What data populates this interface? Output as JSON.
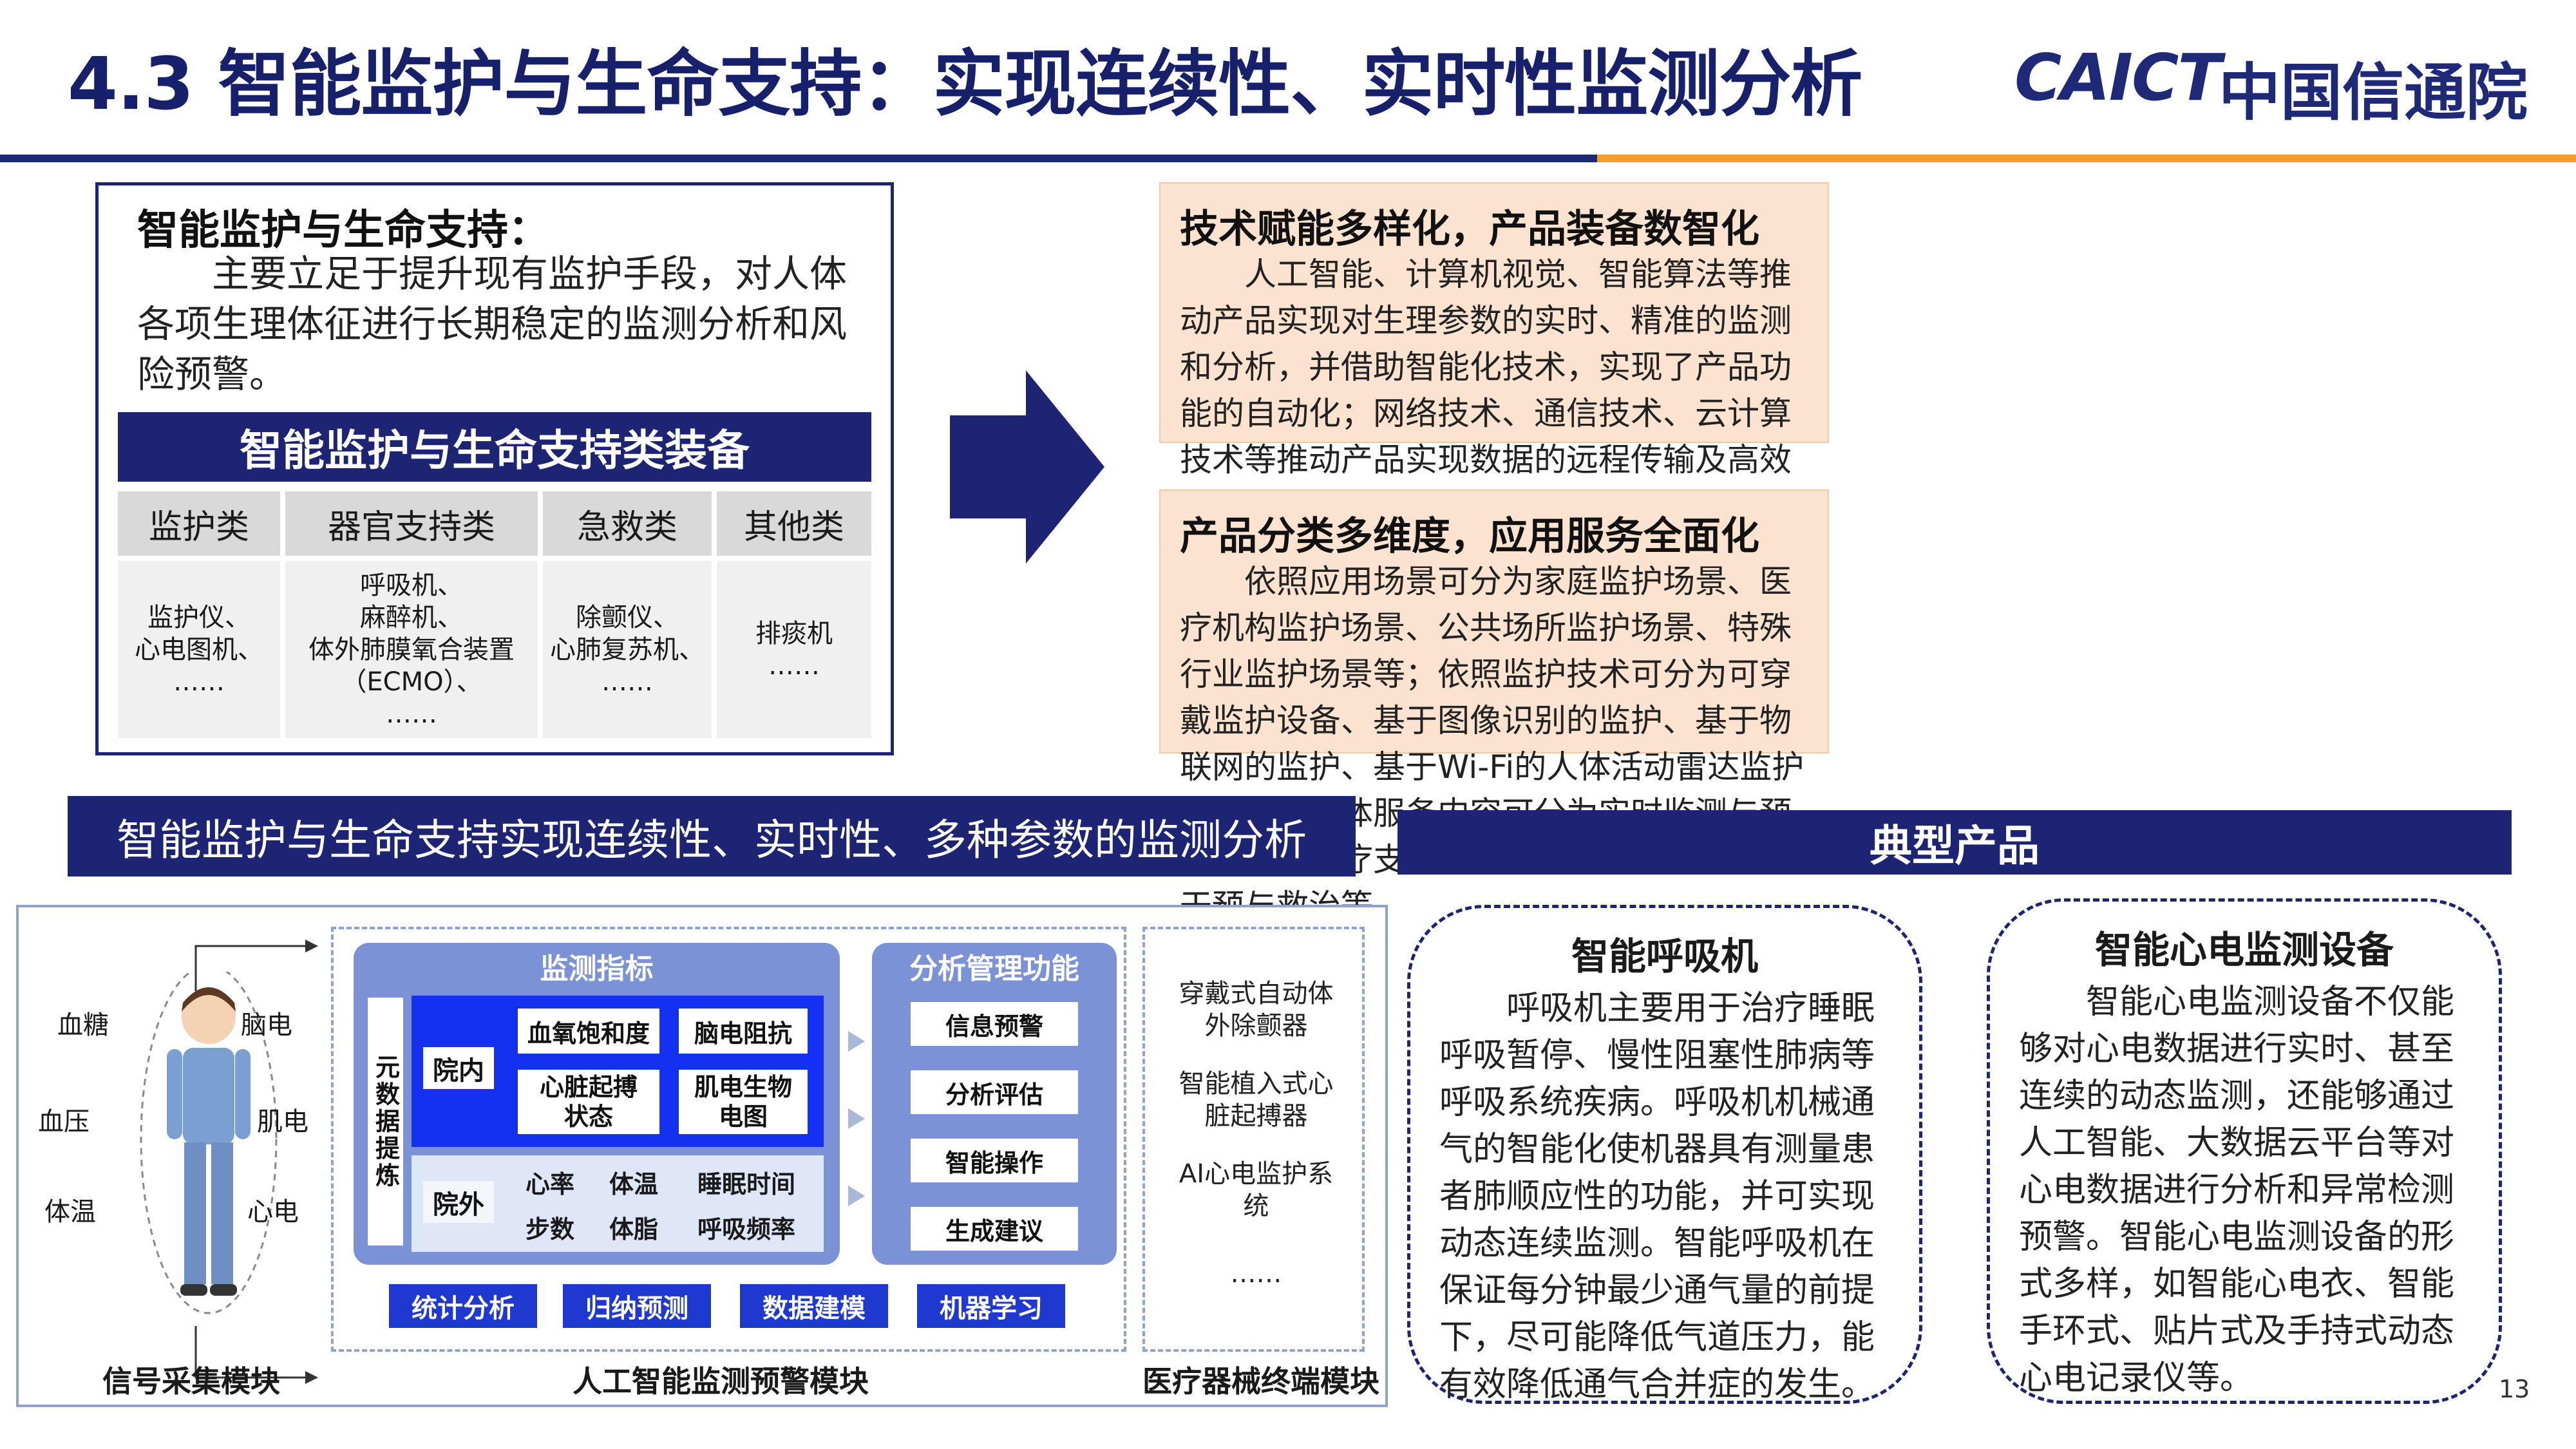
{
  "header": {
    "title": "4.3 智能监护与生命支持：实现连续性、实时性监测分析",
    "logo_en": "CAICT",
    "logo_zh": "中国信通院",
    "page_number": "13"
  },
  "intro": {
    "heading": "智能监护与生命支持：",
    "body": "主要立足于提升现有监护手段，对人体各项生理体征进行长期稳定的监测分析和风险预警。",
    "table_title": "智能监护与生命支持类装备",
    "columns": [
      "监护类",
      "器官支持类",
      "急救类",
      "其他类"
    ],
    "cells": [
      [
        "监护仪、",
        "心电图机、",
        "……"
      ],
      [
        "呼吸机、",
        "麻醉机、",
        "体外肺膜氧合装置",
        "（ECMO）、",
        "……"
      ],
      [
        "除颤仪、",
        "心肺复苏机、",
        "……"
      ],
      [
        "排痰机",
        "……"
      ]
    ]
  },
  "features": [
    {
      "heading": "技术赋能多样化，产品装备数智化",
      "body": "人工智能、计算机视觉、智能算法等推动产品实现对生理参数的实时、精准的监测和分析，并借助智能化技术，实现了产品功能的自动化；网络技术、通信技术、云计算技术等推动产品实现数据的远程传输及高效的储存与处理；芯片、生物材料、加工制造等推动产品实现微型化、可穿戴化、集成化。"
    },
    {
      "heading": "产品分类多维度，应用服务全面化",
      "body": "依照应用场景可分为家庭监护场景、医疗机构监护场景、公共场所监护场景、特殊行业监护场景等；依照监护技术可分为可穿戴监护设备、基于图像识别的监护、基于物联网的监护、基于Wi-Fi的人体活动雷达监护等；依照具体服务内容可分为实时监测与预警、远程医疗支持、数据分析与决策、智能干预与救治等。"
    }
  ],
  "diagram": {
    "banner": "智能监护与生命支持实现连续性、实时性、多种参数的监测分析",
    "body_params": [
      "血糖",
      "血压",
      "体温",
      "脑电",
      "肌电",
      "心电"
    ],
    "module_labels": [
      "信号采集模块",
      "人工智能监测预警模块",
      "医疗器械终端模块"
    ],
    "monitor_title": "监测指标",
    "side_label": "元数据提炼",
    "inpatient_label": "院内",
    "inpatient_items": [
      "血氧饱和度",
      "脑电阻抗",
      "心脏起搏状态",
      "肌电生物电图"
    ],
    "outpatient_label": "院外",
    "outpatient_items": [
      "心率",
      "体温",
      "睡眠时间",
      "步数",
      "体脂",
      "呼吸频率"
    ],
    "analysis_title": "分析管理功能",
    "analysis_items": [
      "信息预警",
      "分析评估",
      "智能操作",
      "生成建议"
    ],
    "bottom_buttons": [
      "统计分析",
      "归纳预测",
      "数据建模",
      "机器学习"
    ],
    "terminal_items": [
      "穿戴式自动体外除颤器",
      "智能植入式心脏起搏器",
      "AI心电监护系统",
      "……"
    ]
  },
  "products": {
    "title": "典型产品",
    "items": [
      {
        "name": "智能呼吸机",
        "body": "呼吸机主要用于治疗睡眠呼吸暂停、慢性阻塞性肺病等呼吸系统疾病。呼吸机机械通气的智能化使机器具有测量患者肺顺应性的功能，并可实现动态连续监测。智能呼吸机在保证每分钟最少通气量的前提下，尽可能降低气道压力，能有效降低通气合并症的发生。"
      },
      {
        "name": "智能心电监测设备",
        "body": "智能心电监测设备不仅能够对心电数据进行实时、甚至连续的动态监测，还能够通过人工智能、大数据云平台等对心电数据进行分析和异常检测预警。智能心电监测设备的形式多样，如智能心电衣、智能手环式、贴片式及手持式动态心电记录仪等。"
      }
    ]
  },
  "colors": {
    "navy": "#1c2473",
    "accent_orange": "#f0a030",
    "module_blue": "#1f38d0",
    "panel_bg": "#fbe3cf"
  }
}
